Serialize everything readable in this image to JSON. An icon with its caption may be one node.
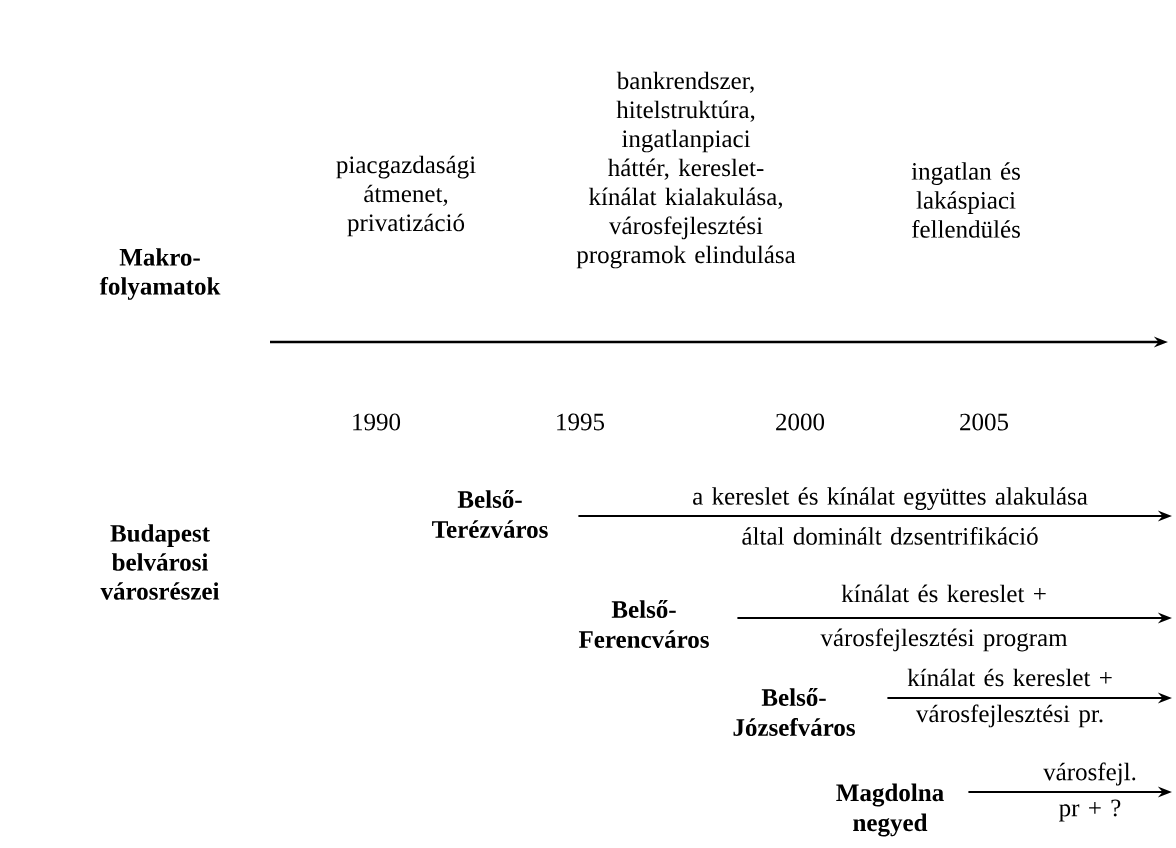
{
  "diagram": {
    "nodes": [
      {
        "text": [
          "Belső- Terézváros"
        ]
      },
      {
        "text": [
          "Belső- Ferencváros"
        ]
      },
      {
        "text": [
          "Belső- Józsefváros"
        ]
      },
      {
        "text": [
          "Magdolna negyed"
        ]
      }
    ],
    "edges": [
      {
        "from": 0,
        "to": null,
        "arrow": "to",
        "label": "a kereslet és kínálat együttes alakulása által dominált dzsentrifikáció"
      },
      {
        "from": 1,
        "to": null,
        "arrow": "to",
        "label": "kínálat és kereslet + városfejlesztési program"
      },
      {
        "from": 2,
        "to": null,
        "arrow": "to",
        "label": "kínálat és kereslet + városfejlesztési pr."
      },
      {
        "from": 3,
        "to": null,
        "arrow": "to",
        "label": "városfejl. pr + ?"
      }
    ],
    "labels": [
      "Makro- folyamatok",
      "piacgazdasági átmenet, privatizáció",
      "bankrendszer, hitelstruktúra, ingatlanpiaci háttér, kereslet-kínálat kialakulása, városfejlesztési programok elindulása",
      "ingatlan és lakáspiaci fellendülés",
      "1990",
      "1995",
      "2000",
      "2005",
      "Budapest belvárosi városrészei"
    ]
  }
}
